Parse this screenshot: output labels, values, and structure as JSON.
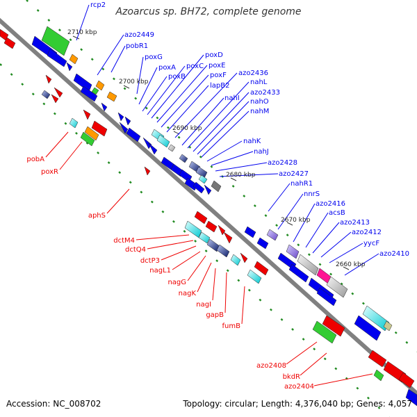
{
  "title": "Azoarcus sp. BH72, complete genome",
  "footer": {
    "accession": "Accession: NC_008702",
    "summary": "Topology: circular; Length: 4,376,040 bp; Genes: 4,057"
  },
  "colors": {
    "forward": "#0000ee",
    "reverse": "#ee0000",
    "backbone": "#808080",
    "tick": "#228b22"
  },
  "ticks": [
    "2710 kbp",
    "2700 kbp",
    "2690 kbp",
    "2680 kbp",
    "2670 kbp",
    "2660 kbp"
  ],
  "forward_labels": [
    "rcp2",
    "azo2449",
    "pobR1",
    "poxG",
    "poxA",
    "poxB",
    "poxC",
    "poxD",
    "poxE",
    "poxF",
    "lapB2",
    "azo2436",
    "nahI",
    "nahL",
    "azo2433",
    "nahO",
    "nahM",
    "nahK",
    "nahJ",
    "azo2428",
    "azo2427",
    "nahR1",
    "nnrS",
    "azo2416",
    "acsB",
    "azo2413",
    "azo2412",
    "yycF",
    "azo2410"
  ],
  "reverse_labels": [
    "pobA",
    "poxR",
    "aphS",
    "dctM4",
    "dctQ4",
    "dctP3",
    "nagL1",
    "nagG",
    "nagK",
    "nagI",
    "gapB",
    "fumB",
    "azo2408",
    "bkdR",
    "azo2404"
  ]
}
